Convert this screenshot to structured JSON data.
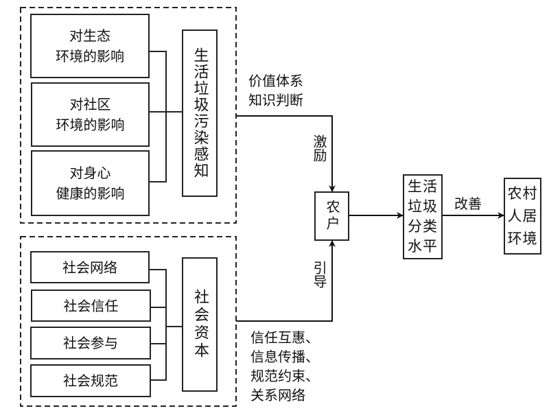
{
  "pollution_group": {
    "items": [
      {
        "label": "对生态\n环境的影响"
      },
      {
        "label": "对社区\n环境的影响"
      },
      {
        "label": "对身心\n健康的影响"
      }
    ],
    "summary": "生活垃圾污染感知"
  },
  "capital_group": {
    "items": [
      {
        "label": "社会网络"
      },
      {
        "label": "社会信任"
      },
      {
        "label": "社会参与"
      },
      {
        "label": "社会规范"
      }
    ],
    "summary": "社会资本"
  },
  "edges": {
    "pollution_path_label": "价值体系\n知识判断",
    "pollution_effect": "激励",
    "capital_path_label": "信任互惠、\n信息传播、\n规范约束、\n关系网络",
    "capital_effect": "引导",
    "improve": "改善"
  },
  "nodes": {
    "farmer": "农户",
    "classification": "生活\n垃圾\n分类\n水平",
    "classification_cols": "生活\n垃圾\n分类\n水平",
    "rural": "农村\n人居\n环境"
  }
}
